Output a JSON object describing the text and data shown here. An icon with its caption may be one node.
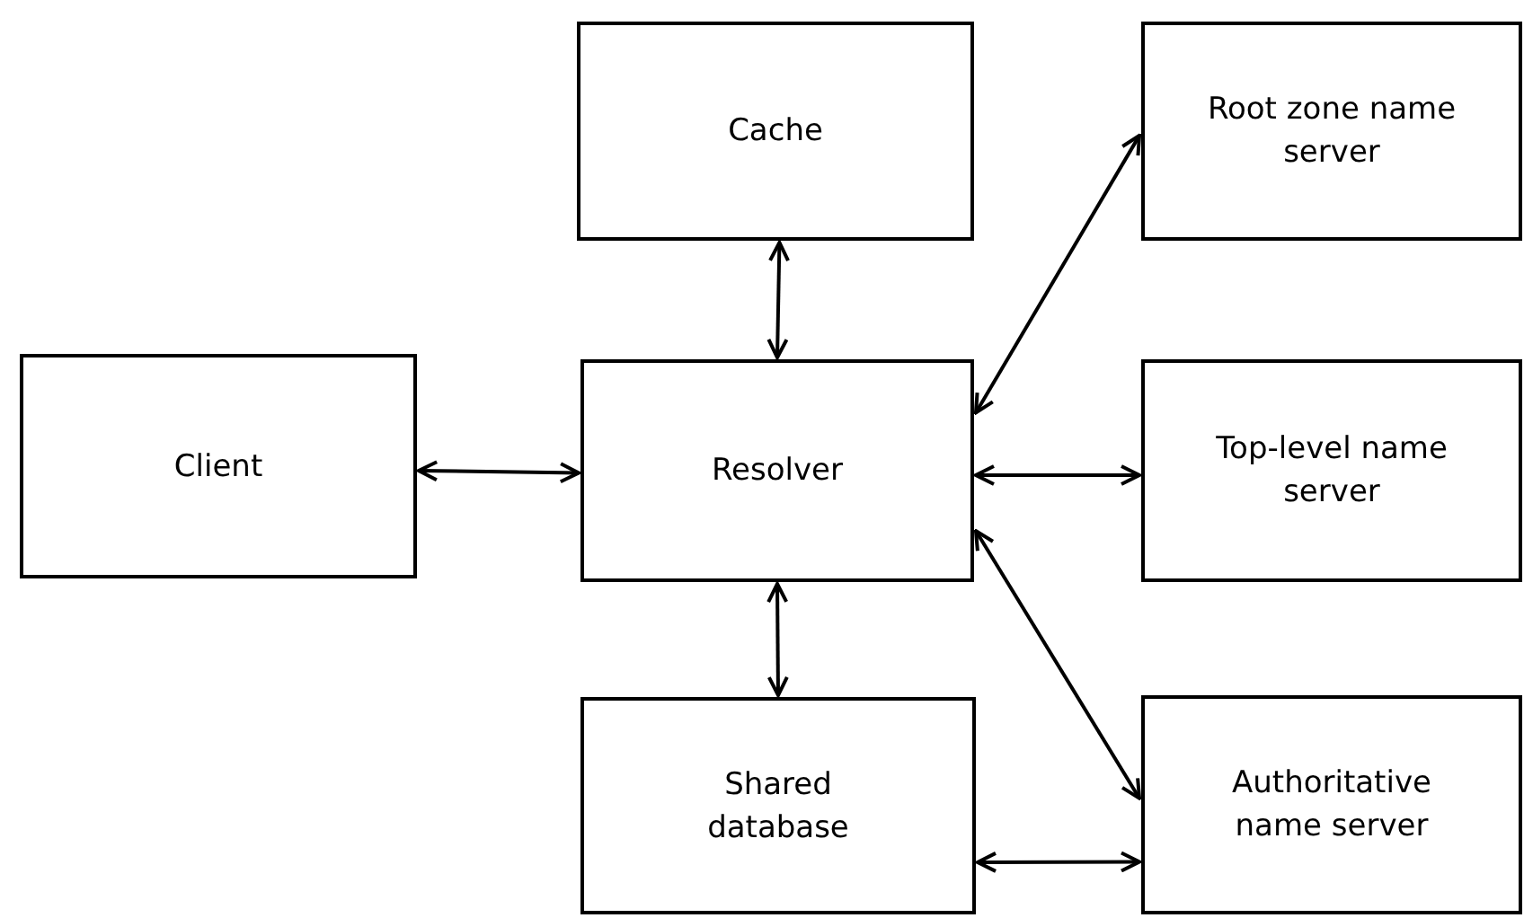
{
  "diagram": {
    "nodes": [
      {
        "text": [
          "Cache"
        ]
      },
      {
        "text": [
          "Root zone name server"
        ]
      },
      {
        "text": [
          "Client"
        ]
      },
      {
        "text": [
          "Resolver"
        ]
      },
      {
        "text": [
          "Top-level name server"
        ]
      },
      {
        "text": [
          "Shared database"
        ]
      },
      {
        "text": [
          "Authoritative name server"
        ]
      }
    ],
    "edges": [
      {
        "from": 2,
        "to": 3,
        "arrow": "both"
      },
      {
        "from": 0,
        "to": 3,
        "arrow": "both"
      },
      {
        "from": 3,
        "to": 1,
        "arrow": "both"
      },
      {
        "from": 3,
        "to": 4,
        "arrow": "both"
      },
      {
        "from": 3,
        "to": 6,
        "arrow": "both"
      },
      {
        "from": 3,
        "to": 5,
        "arrow": "both"
      },
      {
        "from": 5,
        "to": 6,
        "arrow": "both"
      }
    ]
  }
}
